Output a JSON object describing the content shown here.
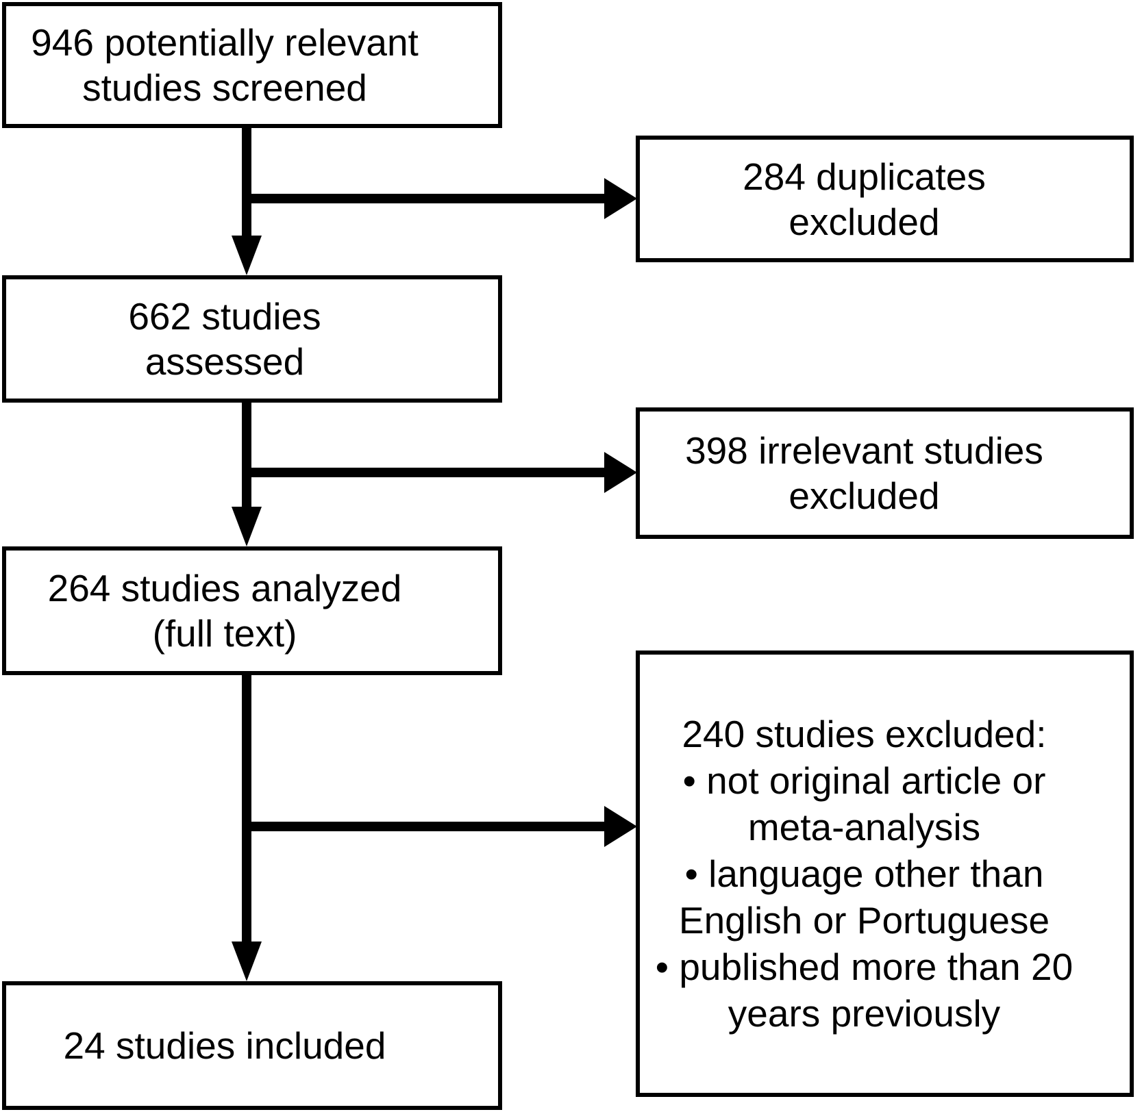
{
  "figure": {
    "type": "study-selection-flowchart",
    "colors": {
      "line": "#000000",
      "box_border": "#000000",
      "background": "#ffffff",
      "text": "#000000"
    },
    "boxes": {
      "screened": {
        "lines": [
          "946 potentially relevant",
          "studies screened"
        ]
      },
      "duplicates_excluded": {
        "lines": [
          "284 duplicates",
          "excluded"
        ]
      },
      "assessed": {
        "lines": [
          "662 studies",
          "assessed"
        ]
      },
      "irrelevant_excluded": {
        "lines": [
          "398 irrelevant studies",
          "excluded"
        ]
      },
      "analyzed": {
        "lines": [
          "264 studies analyzed",
          "(full text)"
        ]
      },
      "fulltext_excluded": {
        "lines": [
          "240 studies excluded:",
          "• not original article or",
          "meta-analysis",
          "• language other than",
          "English or Portuguese",
          "• published more than 20",
          "years previously"
        ]
      },
      "included": {
        "lines": [
          "24 studies included"
        ]
      }
    }
  }
}
